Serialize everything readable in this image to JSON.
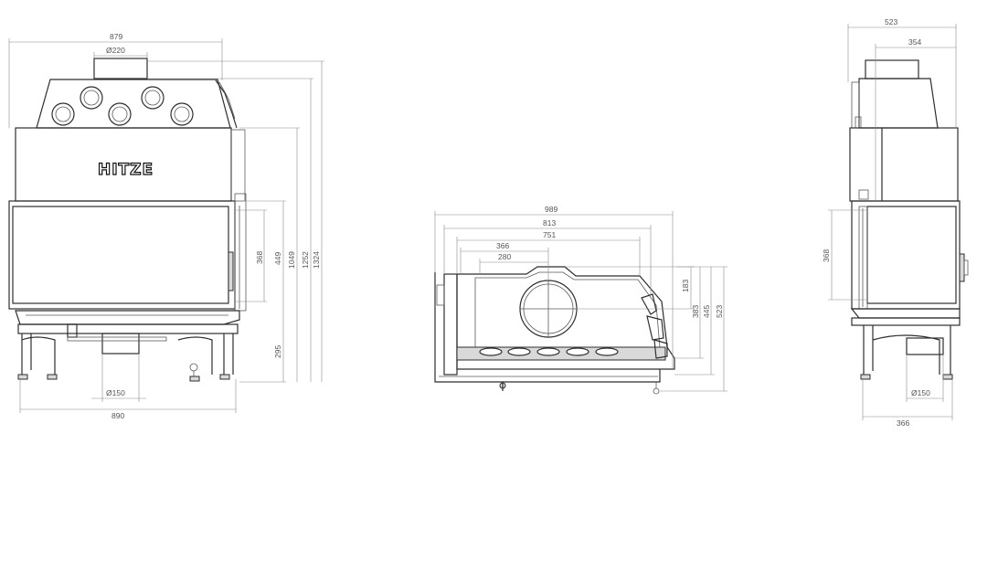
{
  "brand": {
    "logo": "HITZE"
  },
  "colors": {
    "line": "#2e2e2e",
    "dimension": "#8a8a8a",
    "background": "#ffffff"
  },
  "front_view": {
    "width_top": "879",
    "flue_top": "Ø220",
    "width_bottom": "890",
    "flue_bottom": "Ø150",
    "heights": [
      "368",
      "449",
      "1049",
      "1252",
      "1324"
    ],
    "base_height": "295"
  },
  "top_view": {
    "widths": [
      "989",
      "813",
      "751",
      "366",
      "280"
    ],
    "depths": [
      "183",
      "383",
      "445",
      "523"
    ]
  },
  "side_view": {
    "depth_top": "523",
    "flue_offset": "354",
    "glass_height": "368",
    "flue_bottom": "Ø150",
    "base_depth": "366"
  }
}
